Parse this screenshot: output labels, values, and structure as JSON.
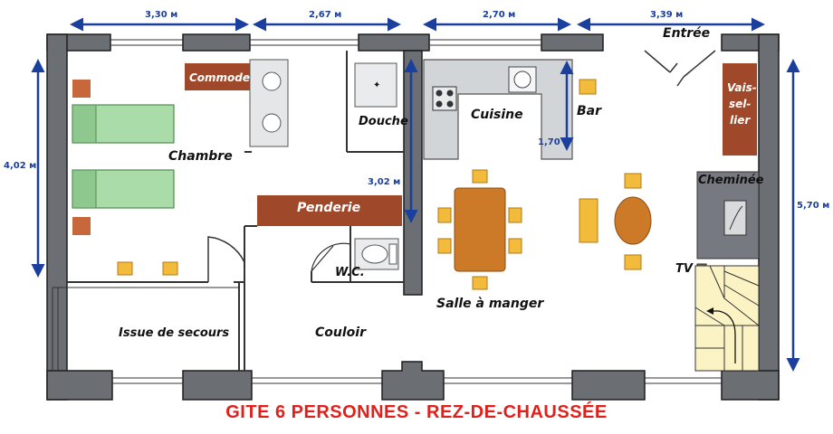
{
  "title": "GITE 6 PERSONNES - REZ-DE-CHAUSSÉE",
  "dimensions": {
    "top_1": "3,30 м",
    "top_2": "2,67 м",
    "top_3": "2,70 м",
    "top_4": "3,39 м",
    "left": "4,02 м",
    "right": "5,70 м",
    "bar": "1,70 м",
    "middle": "3,02 м"
  },
  "rooms": {
    "chambre": "Chambre",
    "douche": "Douche",
    "cuisine": "Cuisine",
    "bar": "Bar",
    "entree": "Entrée",
    "cheminee": "Cheminée",
    "salle_a_manger": "Salle à manger",
    "couloir": "Couloir",
    "issue_de_secours": "Issue de secours",
    "wc": "W.C.",
    "tv": "TV"
  },
  "furniture": {
    "commode": "Commode",
    "penderie": "Penderie",
    "vaisselier_1": "Vais-",
    "vaisselier_2": "sel-",
    "vaisselier_3": "lier"
  },
  "colors": {
    "wall": "#6b6e73",
    "wall_outline": "#1d1d1d",
    "furniture_brown": "#a0492a",
    "bed_green": "#a9dca8",
    "chair": "#f3bb3c",
    "table": "#cc7a28",
    "counter": "#d2d5d8",
    "dimension": "#1a3f9c",
    "title": "#e0201b",
    "stair": "#fbf3c4"
  }
}
